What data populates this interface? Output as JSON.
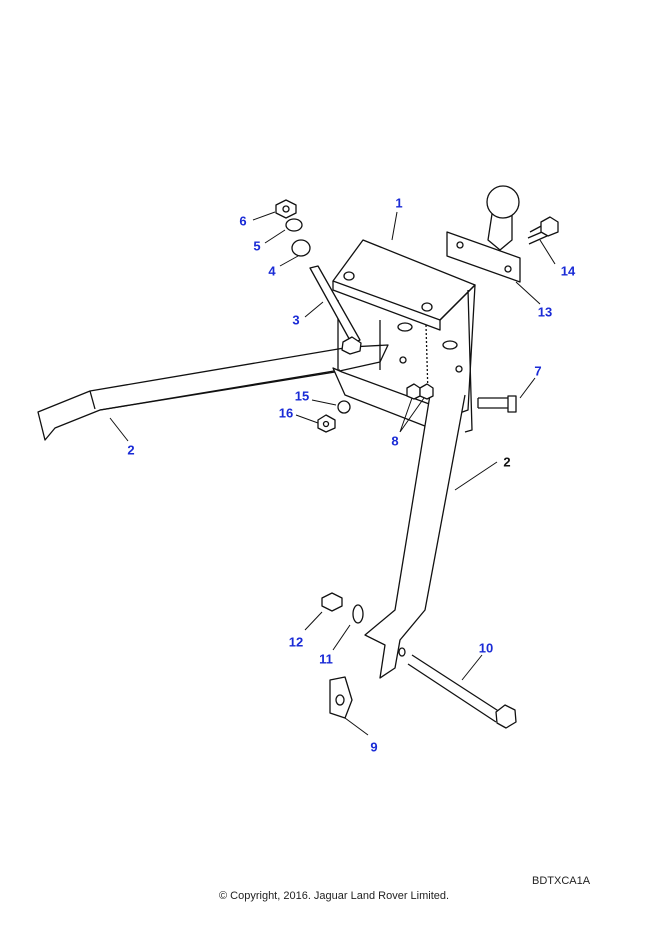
{
  "diagram": {
    "callouts": [
      {
        "id": "c1",
        "label": "1",
        "link": true
      },
      {
        "id": "c6",
        "label": "6",
        "link": true
      },
      {
        "id": "c5",
        "label": "5",
        "link": true
      },
      {
        "id": "c4",
        "label": "4",
        "link": true
      },
      {
        "id": "c14",
        "label": "14",
        "link": true
      },
      {
        "id": "c13",
        "label": "13",
        "link": true
      },
      {
        "id": "c3",
        "label": "3",
        "link": true
      },
      {
        "id": "c7",
        "label": "7",
        "link": true
      },
      {
        "id": "c15",
        "label": "15",
        "link": true
      },
      {
        "id": "c16",
        "label": "16",
        "link": true
      },
      {
        "id": "c8",
        "label": "8",
        "link": true
      },
      {
        "id": "c2a",
        "label": "2",
        "link": true
      },
      {
        "id": "c2b",
        "label": "2",
        "link": false
      },
      {
        "id": "c10",
        "label": "10",
        "link": true
      },
      {
        "id": "c12",
        "label": "12",
        "link": true
      },
      {
        "id": "c11",
        "label": "11",
        "link": true
      },
      {
        "id": "c9",
        "label": "9",
        "link": true
      }
    ],
    "reference_code": "BDTXCA1A",
    "copyright": "© Copyright, 2016. Jaguar Land Rover Limited.",
    "link_color": "#1a2bd6"
  }
}
